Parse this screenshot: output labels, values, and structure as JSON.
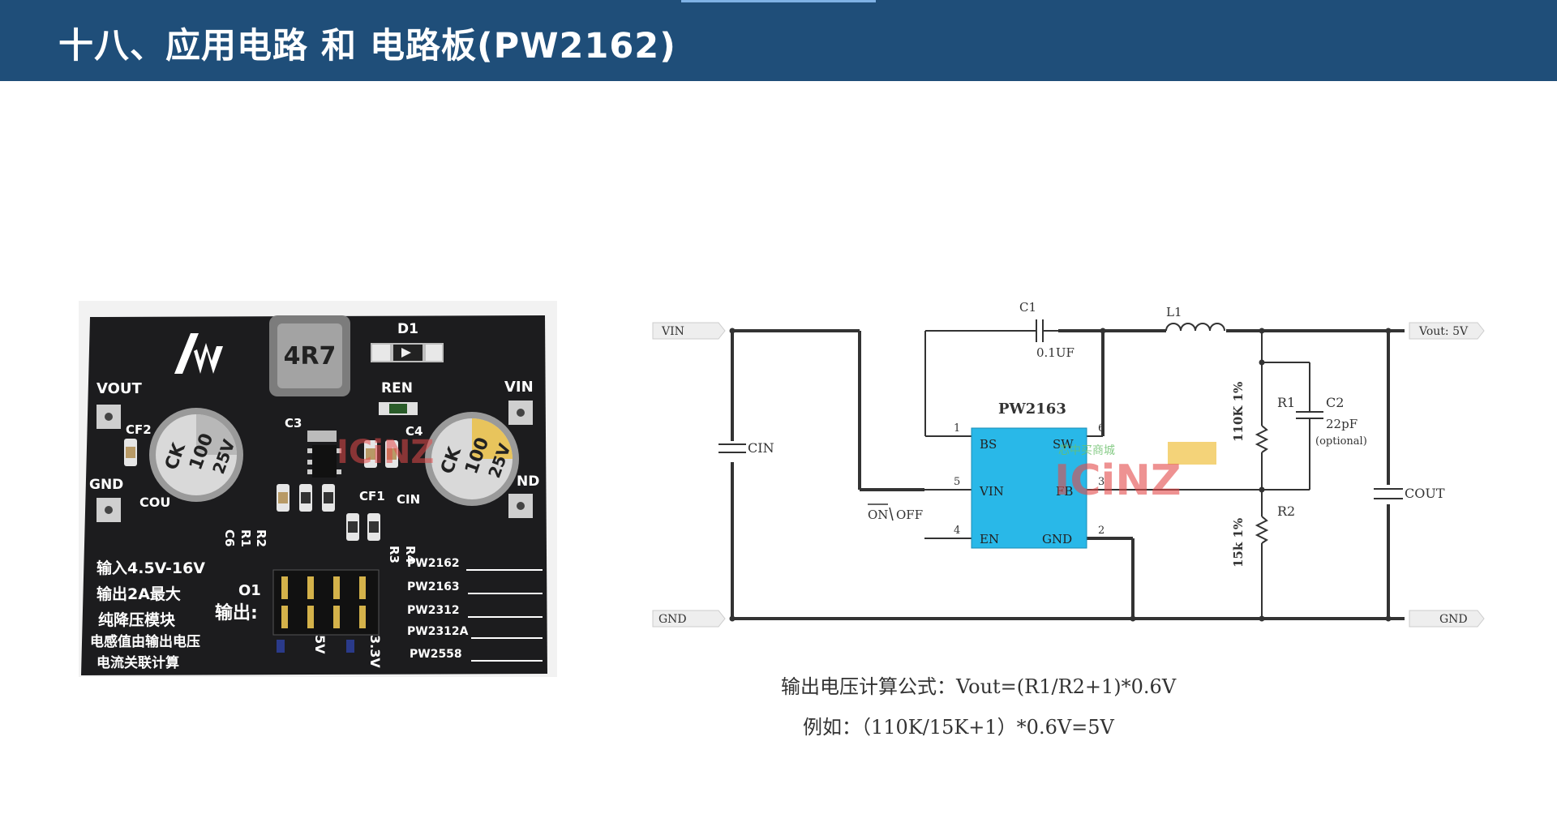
{
  "header": {
    "title": "十八、应用电路 和 电路板(PW2162)",
    "background": "#1f4e79"
  },
  "board": {
    "logo": "AW",
    "inductor": "4R7",
    "labels": {
      "d1": "D1",
      "ren": "REN",
      "vout": "VOUT",
      "vin": "VIN",
      "gnd": "GND",
      "nd": "ND",
      "cf2": "CF2",
      "cou": "COU",
      "c3": "C3",
      "c4": "C4",
      "cf1": "CF1",
      "cin": "CIN",
      "r2": "R2",
      "r1": "R1",
      "c6": "C6",
      "r3": "R3",
      "r4": "R4",
      "o1": "O1",
      "out": "输出:",
      "v5": "5V",
      "v33": "3.3V"
    },
    "cap_marking": [
      "CK",
      "100",
      "25V"
    ],
    "specs": [
      "输入4.5V-16V",
      "输出2A最大",
      "纯降压模块",
      "电感值由输出电压",
      "电流关联计算"
    ],
    "chips": [
      "PW2162",
      "PW2163",
      "PW2312",
      "PW2312A",
      "PW2558"
    ]
  },
  "schematic": {
    "ic_name": "PW2163",
    "ic_color": "#29b8e8",
    "pins": [
      {
        "num": "1",
        "name": "BS"
      },
      {
        "num": "6",
        "name": "SW"
      },
      {
        "num": "5",
        "name": "VIN"
      },
      {
        "num": "3",
        "name": "FB"
      },
      {
        "num": "4",
        "name": "EN"
      },
      {
        "num": "2",
        "name": "GND"
      }
    ],
    "ports": {
      "vin": "VIN",
      "gnd_left": "GND",
      "vout": "Vout: 5V",
      "gnd_right": "GND"
    },
    "components": {
      "c1": "C1",
      "c1_value": "0.1UF",
      "l1": "L1",
      "cin": "CIN",
      "cout": "COUT",
      "r1": "R1",
      "r1_value": "110K 1%",
      "r2": "R2",
      "r2_value": "15k 1%",
      "c2": "C2",
      "c2_value": "22pF",
      "c2_note": "(optional)",
      "on": "ON",
      "off": "OFF"
    },
    "watermark": {
      "text": "ICiNZ",
      "subtext": "芯中买商城"
    }
  },
  "formula": "输出电压计算公式：Vout=(R1/R2+1)*0.6V",
  "example": "例如：（110K/15K+1）*0.6V=5V"
}
